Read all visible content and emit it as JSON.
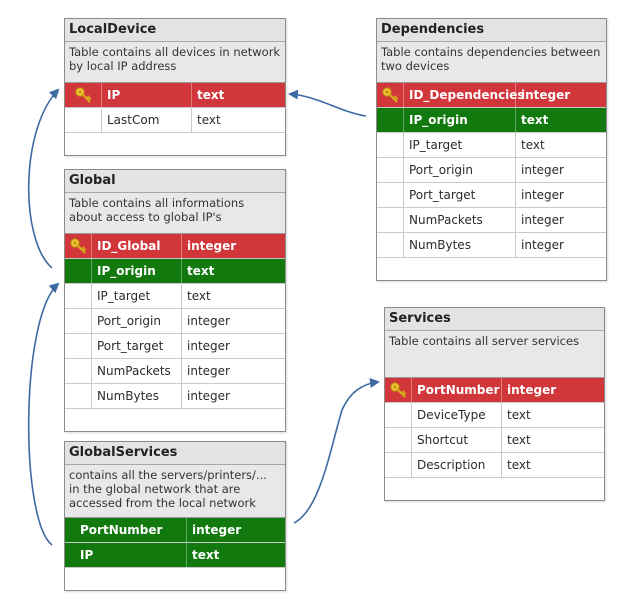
{
  "colors": {
    "primary_key_row": "#d0363a",
    "foreign_key_row": "#12790f",
    "arrow": "#3d6aa3"
  },
  "tables": [
    {
      "id": "localdevice",
      "title": "LocalDevice",
      "description": "Table contains all devices in network by local IP address",
      "rows": [
        {
          "name": "IP",
          "type": "text",
          "kind": "pk"
        },
        {
          "name": "LastCom",
          "type": "text",
          "kind": "normal"
        }
      ]
    },
    {
      "id": "dependencies",
      "title": "Dependencies",
      "description": "Table contains dependencies between two devices",
      "rows": [
        {
          "name": "ID_Dependencies",
          "type": "integer",
          "kind": "pk"
        },
        {
          "name": "IP_origin",
          "type": "text",
          "kind": "fk"
        },
        {
          "name": "IP_target",
          "type": "text",
          "kind": "normal"
        },
        {
          "name": "Port_origin",
          "type": "integer",
          "kind": "normal"
        },
        {
          "name": "Port_target",
          "type": "integer",
          "kind": "normal"
        },
        {
          "name": "NumPackets",
          "type": "integer",
          "kind": "normal"
        },
        {
          "name": "NumBytes",
          "type": "integer",
          "kind": "normal"
        }
      ]
    },
    {
      "id": "global",
      "title": "Global",
      "description": "Table contains all informations about access to global IP's",
      "rows": [
        {
          "name": "ID_Global",
          "type": "integer",
          "kind": "pk"
        },
        {
          "name": "IP_origin",
          "type": "text",
          "kind": "fk"
        },
        {
          "name": "IP_target",
          "type": "text",
          "kind": "normal"
        },
        {
          "name": "Port_origin",
          "type": "integer",
          "kind": "normal"
        },
        {
          "name": "Port_target",
          "type": "integer",
          "kind": "normal"
        },
        {
          "name": "NumPackets",
          "type": "integer",
          "kind": "normal"
        },
        {
          "name": "NumBytes",
          "type": "integer",
          "kind": "normal"
        }
      ]
    },
    {
      "id": "services",
      "title": "Services",
      "description": "Table contains all server services",
      "rows": [
        {
          "name": "PortNumber",
          "type": "integer",
          "kind": "pk"
        },
        {
          "name": "DeviceType",
          "type": "text",
          "kind": "normal"
        },
        {
          "name": "Shortcut",
          "type": "text",
          "kind": "normal"
        },
        {
          "name": "Description",
          "type": "text",
          "kind": "normal"
        }
      ]
    },
    {
      "id": "globalservices",
      "title": "GlobalServices",
      "description": "contains all the servers/printers/... in the global network that are accessed from the local network",
      "rows": [
        {
          "name": "PortNumber",
          "type": "integer",
          "kind": "fk"
        },
        {
          "name": "IP",
          "type": "text",
          "kind": "fk"
        }
      ]
    }
  ],
  "relations": [
    {
      "from": "dependencies.IP_origin",
      "to": "localdevice.IP"
    },
    {
      "from": "global.IP_origin",
      "to": "localdevice.IP"
    },
    {
      "from": "globalservices.IP",
      "to": "global.IP_origin"
    },
    {
      "from": "globalservices.PortNumber",
      "to": "services.PortNumber"
    }
  ]
}
